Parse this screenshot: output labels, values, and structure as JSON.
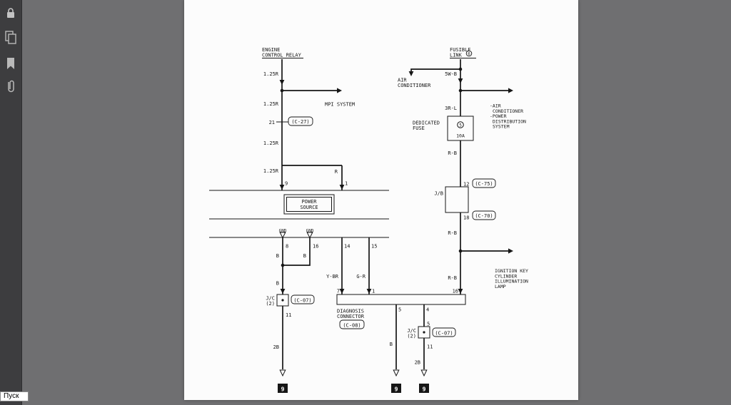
{
  "viewer": {
    "start_button": "Пуск",
    "sidebar_icons": [
      "security-lock",
      "page-thumbnails",
      "bookmarks",
      "attachments"
    ]
  },
  "diagram": {
    "engine_control_relay": {
      "l1": "ENGINE",
      "l2": "CONTROL RELAY"
    },
    "fusible_link": {
      "l1": "FUSIBLE",
      "l2": "LINK",
      "num": "6"
    },
    "mpi_system": "MPI SYSTEM",
    "air_conditioner": {
      "l1": "AIR",
      "l2": "CONDITIONER"
    },
    "dedicated_fuse": {
      "l1": "DEDICATED",
      "l2": "FUSE",
      "num": "5",
      "rating": "10A"
    },
    "power_source": {
      "l1": "POWER",
      "l2": "SOURCE"
    },
    "jb_label": "J/B",
    "diagnosis_connector": {
      "l1": "DIAGNOSIS",
      "l2": "CONNECTOR"
    },
    "jc_left": {
      "l1": "J/C",
      "l2": "(2)"
    },
    "jc_right": {
      "l1": "J/C",
      "l2": "(2)"
    },
    "connectors": {
      "c27": "(C-27)",
      "c75": "(C-75)",
      "c70": "(C-70)",
      "c08": "(C-08)",
      "c07_left": "(C-07)",
      "c07_right": "(C-07)"
    },
    "pins": {
      "p21": "21",
      "p9": "9",
      "p1_ps": "1",
      "p8": "8",
      "p16": "16",
      "p14": "14",
      "p15": "15",
      "p12": "12",
      "p18": "18",
      "p7": "7",
      "p1_dc": "1",
      "p16_dc": "16",
      "p5_dc": "5",
      "p4_dc": "4",
      "p5_jc": "5",
      "p11_left": "11",
      "p11_right": "11"
    },
    "wires": {
      "r125_1": "1.25R",
      "r125_2": "1.25R",
      "r125_3": "1.25R",
      "r125_4": "1.25R",
      "r": "R",
      "w5wb": "5W-B",
      "w3rl": "3R-L",
      "rb1": "R-B",
      "rb2": "R-B",
      "rb3": "R-B",
      "b1": "B",
      "b2": "B",
      "b3": "B",
      "b_mid": "B",
      "ybr": "Y-BR",
      "gr": "G-R",
      "b2_left": "2B",
      "b2_right": "2B",
      "gnd1": "GND",
      "gnd2": "GND"
    },
    "destinations": {
      "acpd": {
        "l1": "-AIR",
        "l2": "CONDITIONER",
        "l3": "-POWER",
        "l4": "DISTRIBUTION",
        "l5": "SYSTEM"
      },
      "ignition": {
        "l1": "IGNITION KEY",
        "l2": "CYLINDER",
        "l3": "ILLUMINATION",
        "l4": "LAMP"
      }
    },
    "grounds": {
      "g1": "9",
      "g2": "9",
      "g3": "9"
    }
  }
}
